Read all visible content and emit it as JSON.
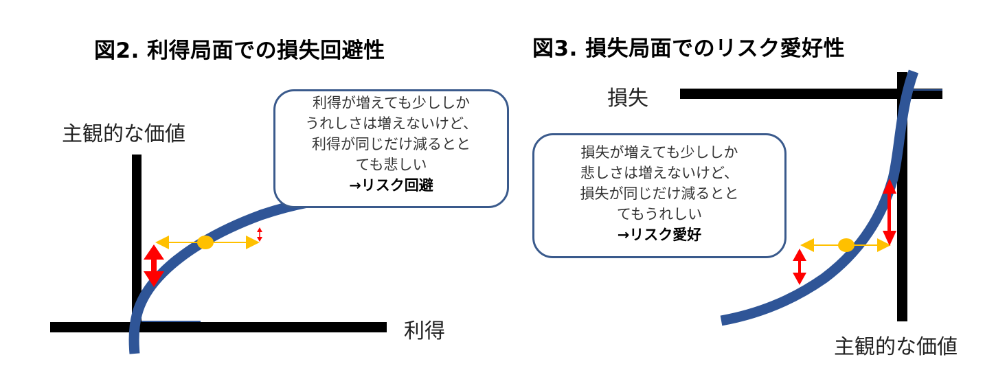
{
  "figures": [
    {
      "id": "fig2",
      "title": "図2. 利得局面での損失回避性",
      "y_axis_label": "主観的な価値",
      "x_axis_label": "利得",
      "callout": {
        "lines": [
          "利得が増えても少ししか",
          "うれしさは増えないけど、",
          "利得が同じだけ減るとと",
          "ても悲しい"
        ],
        "conclusion": "→リスク回避"
      }
    },
    {
      "id": "fig3",
      "title": "図3. 損失局面でのリスク愛好性",
      "x_axis_label": "損失",
      "y_axis_label": "主観的な価値",
      "callout": {
        "lines": [
          "損失が増えても少ししか",
          "悲しさは増えないけど、",
          "損失が同じだけ減るとと",
          "てもうれしい"
        ],
        "conclusion": "→リスク愛好"
      }
    }
  ],
  "colors": {
    "curve": "#2f5597",
    "axis": "#000000",
    "callout_border": "#3a5a8c",
    "value_change_arrow": "#ff0000",
    "quantity_change_arrow": "#ffc000",
    "reference_point": "#ffc000"
  }
}
